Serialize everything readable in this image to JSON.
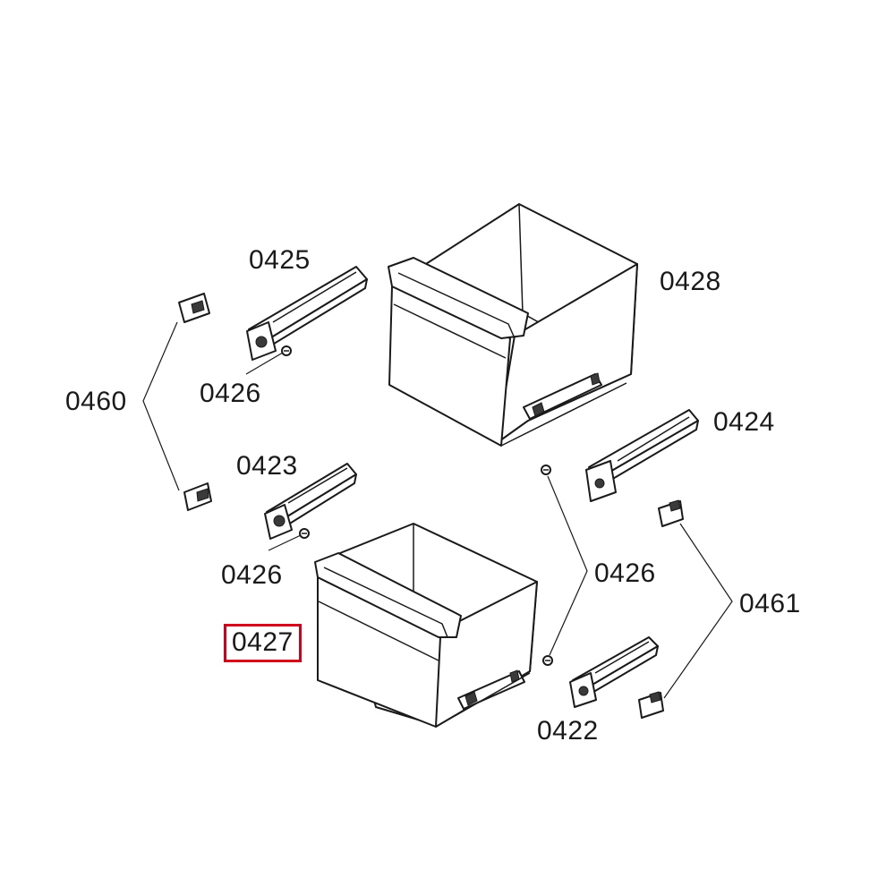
{
  "labels": {
    "p0425": "0425",
    "p0428": "0428",
    "p0460": "0460",
    "p0426_a": "0426",
    "p0424": "0424",
    "p0423": "0423",
    "p0426_b": "0426",
    "p0426_c": "0426",
    "p0461": "0461",
    "p0427": "0427",
    "p0422": "0422"
  },
  "highlight": {
    "part": "0427",
    "color": "#d0021b"
  }
}
